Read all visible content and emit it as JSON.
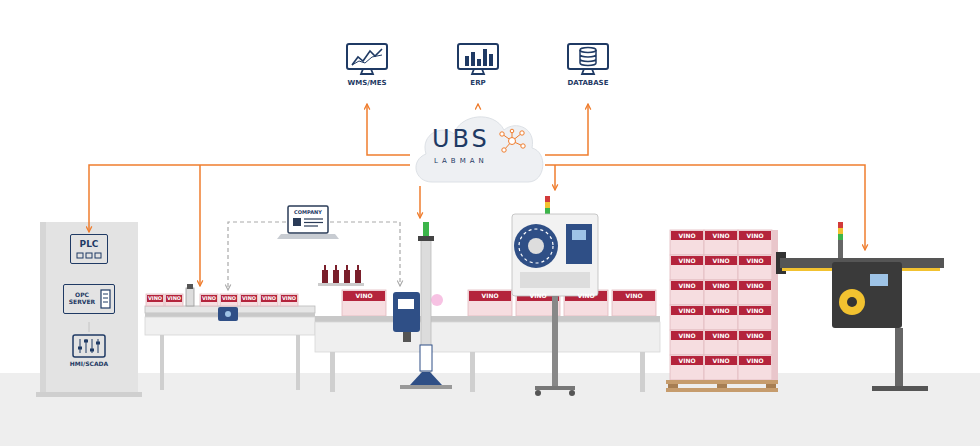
{
  "diagram": {
    "nodes": [
      {
        "text": [
          "WMS/MES"
        ]
      },
      {
        "text": [
          "ERP"
        ]
      },
      {
        "text": [
          "DATABASE"
        ]
      },
      {
        "text": [
          "UBS",
          "LABMAN"
        ]
      },
      {
        "text": [
          "PLC"
        ]
      },
      {
        "text": [
          "OPC SERVER"
        ]
      },
      {
        "text": [
          "HMI/SCADA"
        ]
      }
    ],
    "edges": [
      {
        "from": 3,
        "to": 0,
        "arrow": "to"
      },
      {
        "from": 3,
        "to": 1,
        "arrow": "to"
      },
      {
        "from": 3,
        "to": 2,
        "arrow": "to"
      },
      {
        "from": 3,
        "to": 4,
        "arrow": "to"
      }
    ],
    "labels": [
      "COMPANY",
      "VINO",
      "VINO",
      "VINO",
      "VINO",
      "VINO",
      "VINO",
      "VINO",
      "VINO",
      "VINO",
      "VINO",
      "VINO",
      "VINO",
      "VINO",
      "VINO",
      "VINO",
      "VINO",
      "VINO",
      "VINO",
      "VINO",
      "VINO",
      "VINO",
      "VINO",
      "VINO",
      "VINO",
      "VINO",
      "VINO",
      "VINO",
      "VINO",
      "VINO",
      "VINO"
    ]
  }
}
